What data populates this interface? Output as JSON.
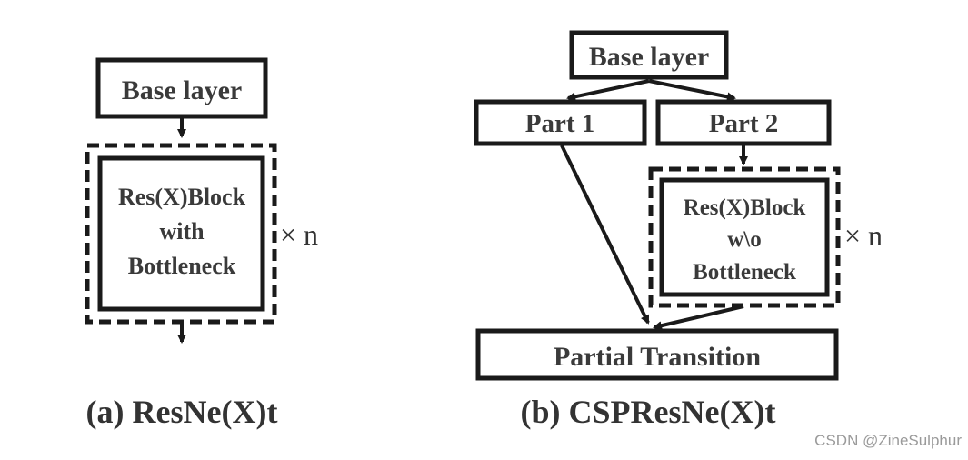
{
  "diagram_a": {
    "base_layer": "Base layer",
    "block_line1": "Res(X)Block",
    "block_line2": "with",
    "block_line3": "Bottleneck",
    "repeat": "× n",
    "caption": "(a) ResNe(X)t"
  },
  "diagram_b": {
    "base_layer": "Base layer",
    "part1": "Part 1",
    "part2": "Part 2",
    "block_line1": "Res(X)Block",
    "block_line2": "w\\o",
    "block_line3": "Bottleneck",
    "repeat": "× n",
    "transition": "Partial Transition",
    "caption": "(b) CSPResNe(X)t"
  },
  "watermark": "CSDN @ZineSulphur"
}
